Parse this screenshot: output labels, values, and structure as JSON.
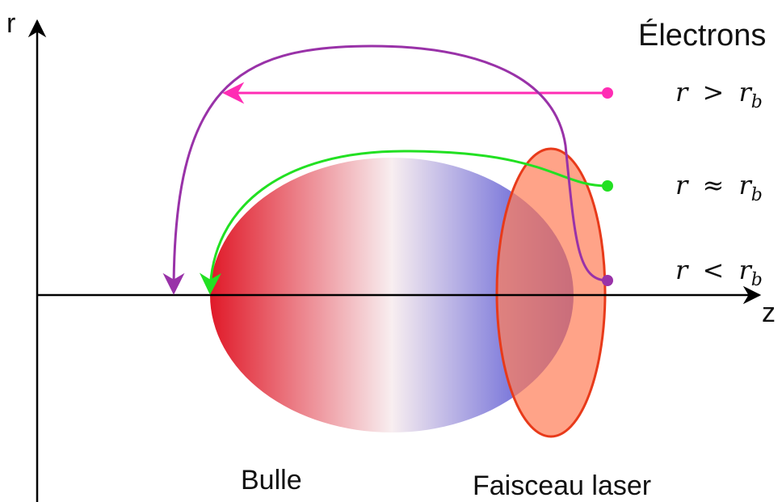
{
  "axes": {
    "r_label": "r",
    "z_label": "z"
  },
  "title": "Électrons",
  "labels": {
    "bubble": "Bulle",
    "laser": "Faisceau laser"
  },
  "electrons": [
    {
      "lhs": "r",
      "op": ">",
      "rhs": "r",
      "sub": "b",
      "color": "#ff2db4"
    },
    {
      "lhs": "r",
      "op": "≈",
      "rhs": "r",
      "sub": "b",
      "color": "#22e022"
    },
    {
      "lhs": "r",
      "op": "<",
      "rhs": "r",
      "sub": "b",
      "color": "#9932a8"
    }
  ],
  "colors": {
    "bubble_left": "#e01928",
    "bubble_mid": "#f8eef0",
    "bubble_right": "#3f3fd0",
    "laser_fill": "#ff7f5a",
    "laser_edge": "#e83a1a",
    "axis": "#000000"
  }
}
